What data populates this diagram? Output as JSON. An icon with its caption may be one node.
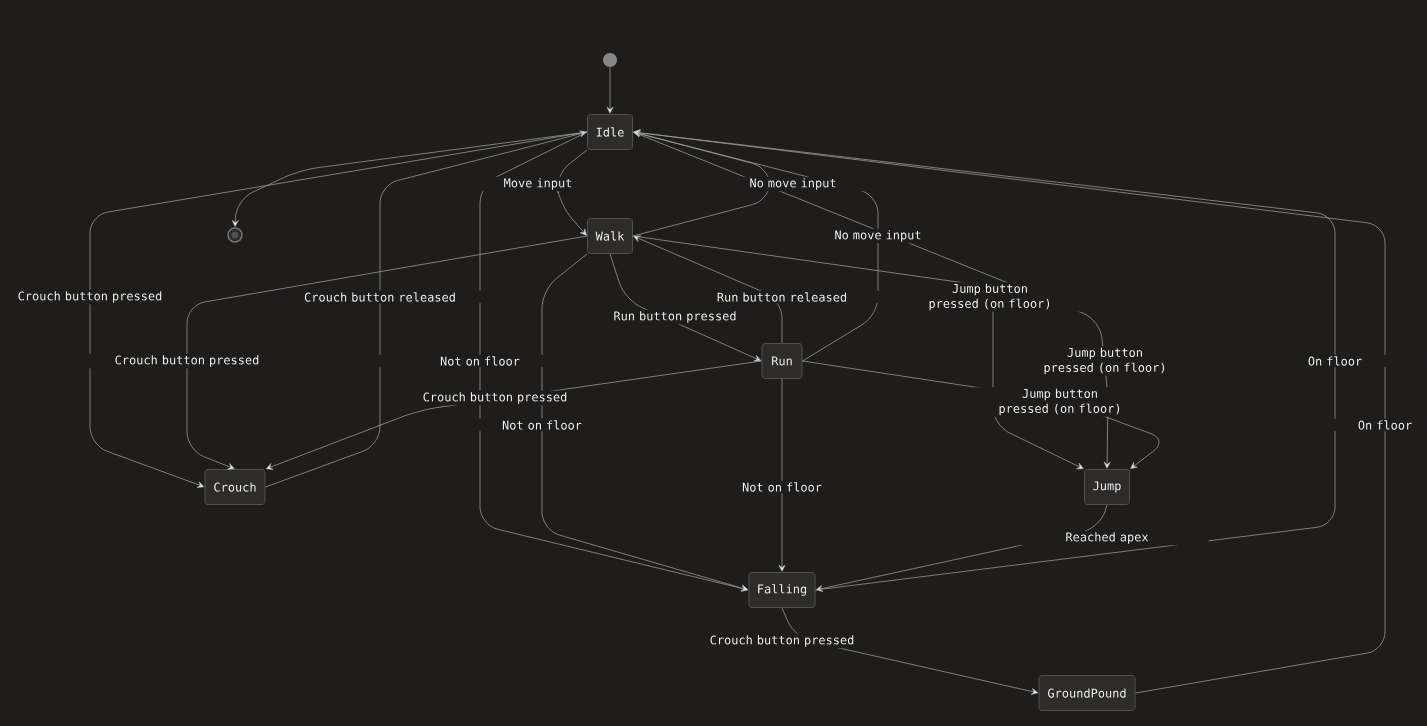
{
  "diagram": {
    "nodes": [
      {
        "text": [],
        "shape": "circle"
      },
      {
        "text": [
          "Idle"
        ]
      },
      {
        "text": [],
        "shape": "circle"
      },
      {
        "text": [
          "Walk"
        ]
      },
      {
        "text": [
          "Crouch"
        ]
      },
      {
        "text": [
          "Run"
        ]
      },
      {
        "text": [
          "Jump"
        ]
      },
      {
        "text": [
          "Falling"
        ]
      },
      {
        "text": [
          "GroundPound"
        ]
      }
    ],
    "edges": [
      {
        "from": 0,
        "to": 1,
        "arrow": "to"
      },
      {
        "from": 1,
        "to": 2,
        "arrow": "to"
      },
      {
        "from": 1,
        "to": 4,
        "arrow": "to",
        "label": "Crouch button pressed"
      },
      {
        "from": 4,
        "to": 1,
        "arrow": "to",
        "label": "Crouch button released"
      },
      {
        "from": 1,
        "to": 3,
        "arrow": "to",
        "label": "Move input"
      },
      {
        "from": 3,
        "to": 1,
        "arrow": "to",
        "label": "No move input"
      },
      {
        "from": 5,
        "to": 1,
        "arrow": "to",
        "label": "No move input"
      },
      {
        "from": 3,
        "to": 4,
        "arrow": "to",
        "label": "Crouch button pressed"
      },
      {
        "from": 3,
        "to": 5,
        "arrow": "to",
        "label": "Run button pressed"
      },
      {
        "from": 5,
        "to": 3,
        "arrow": "to",
        "label": "Run button released"
      },
      {
        "from": 3,
        "to": 6,
        "arrow": "to",
        "label": "Jump button pressed (on floor)"
      },
      {
        "from": 1,
        "to": 6,
        "arrow": "to",
        "label": "Jump button pressed (on floor)"
      },
      {
        "from": 5,
        "to": 6,
        "arrow": "to",
        "label": "Jump button pressed (on floor)"
      },
      {
        "from": 1,
        "to": 7,
        "arrow": "to",
        "label": "Not on floor"
      },
      {
        "from": 3,
        "to": 7,
        "arrow": "to",
        "label": "Not on floor"
      },
      {
        "from": 5,
        "to": 7,
        "arrow": "to",
        "label": "Not on floor"
      },
      {
        "from": 5,
        "to": 4,
        "arrow": "to",
        "label": "Crouch button pressed"
      },
      {
        "from": 6,
        "to": 7,
        "arrow": "to",
        "label": "Reached apex"
      },
      {
        "from": 7,
        "to": 8,
        "arrow": "to",
        "label": "Crouch button pressed"
      },
      {
        "from": 7,
        "to": 1,
        "arrow": "to",
        "label": "On floor"
      },
      {
        "from": 8,
        "to": 1,
        "arrow": "to",
        "label": "On floor"
      }
    ]
  }
}
